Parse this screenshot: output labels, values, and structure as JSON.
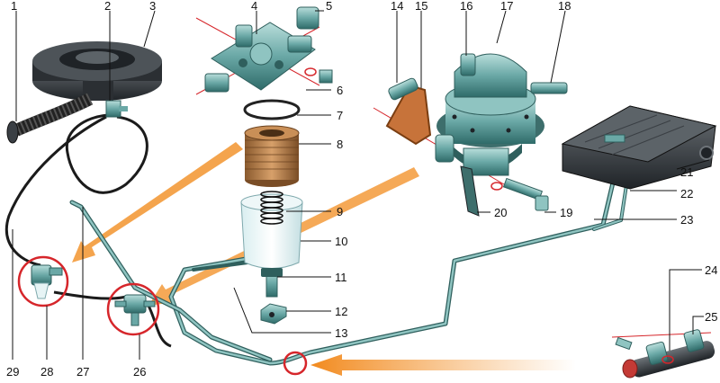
{
  "callouts": [
    "1",
    "2",
    "3",
    "4",
    "5",
    "6",
    "7",
    "8",
    "9",
    "10",
    "11",
    "12",
    "13",
    "14",
    "15",
    "16",
    "17",
    "18",
    "19",
    "20",
    "21",
    "22",
    "23",
    "24",
    "25",
    "26",
    "27",
    "28",
    "29"
  ],
  "colors": {
    "fuel_line": "#5f9d9a",
    "fuel_line_dark": "#2f5f5d",
    "hose_black": "#1b1b1b",
    "flow_arrow": "#f39a3a",
    "highlight_circle": "#d6262b",
    "gasket": "#c7733a",
    "pump_body": "#6aa8a6",
    "filter_element": "#b9834f",
    "tank": "#3a3f44"
  }
}
